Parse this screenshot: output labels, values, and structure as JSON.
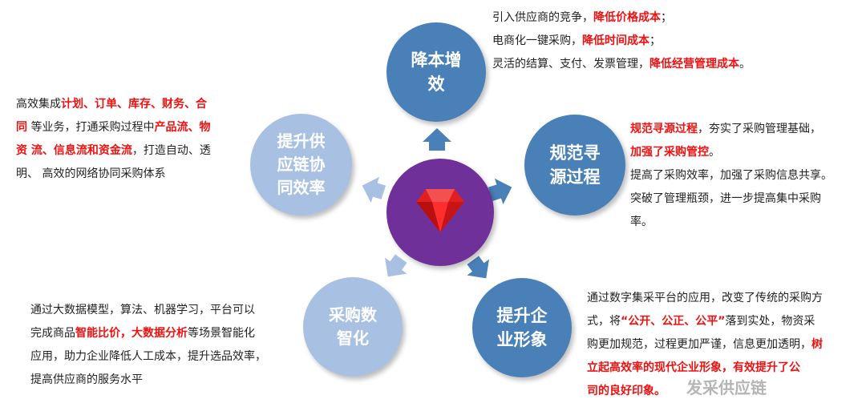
{
  "nodes": {
    "top": "降本增\n效",
    "right": "规范寻\n源过程",
    "bottom_right": "提升企\n业形象",
    "bottom_left": "采购数\n智化",
    "left": "提升供\n应链协\n同效率"
  },
  "desc_top": {
    "l1": "引入供应商的竞争，",
    "l1_hl": "降低价格成本",
    "l1_end": "；",
    "l2": "电商化一键采购，",
    "l2_hl": "降低时间成本",
    "l2_end": "；",
    "l3": "灵活的结算、支付、发票管理，",
    "l3_hl": "降低经营管理成本",
    "l3_end": "。"
  },
  "desc_right": {
    "l1_hl": "规范寻源过程",
    "l1": "，夯实了采购管理基础，",
    "l2_hl": "加强了采购管控",
    "l2_end": "。",
    "l3": "提高了采购效率，加强了采购信息共享。",
    "l4": "突破了管理瓶颈，进一步提高集中采购",
    "l5": "率。"
  },
  "desc_bottom_right": {
    "l1": "通过数字集采平台的应用，改变了传统的采购方",
    "l2": "式，将",
    "l2_hl": "“公开、公正、公平”",
    "l2_end": "落到实处，物资采",
    "l3": "购更加规范，过程更加严谨，信息更加透明，",
    "l3_hl": "树",
    "l4_hl": "立起高效率的现代企业形象，有效提升了公",
    "l5_hl": "司的良好印象。"
  },
  "desc_bottom_left": {
    "l1": "通过大数据模型，算法、机器学习，平台可以",
    "l2": "完成商品",
    "l2_hl1": "智能比价，大数据分析",
    "l2_end": "等场景智能化",
    "l3": "应用，助力企业降低人工成本，提升选品效率，",
    "l4": "提高供应商的服务水平"
  },
  "desc_left": {
    "l1": "高效集成",
    "l1_hl": "计划、订单、库存、财务、合",
    "l2_hl": "同",
    "l2": " 等业务，打通采购过程中",
    "l2_hl2": "产品流、物",
    "l3_hl": "资 流、信息流和资金流",
    "l3": "，打造自动、透",
    "l4": "明、 高效的网络协同采购体系"
  },
  "watermark": "发采供应链",
  "colors": {
    "accent_dark": "#4a80b8",
    "accent_light": "#a8c1e2",
    "center": "#70309a",
    "highlight": "#ee1111"
  }
}
